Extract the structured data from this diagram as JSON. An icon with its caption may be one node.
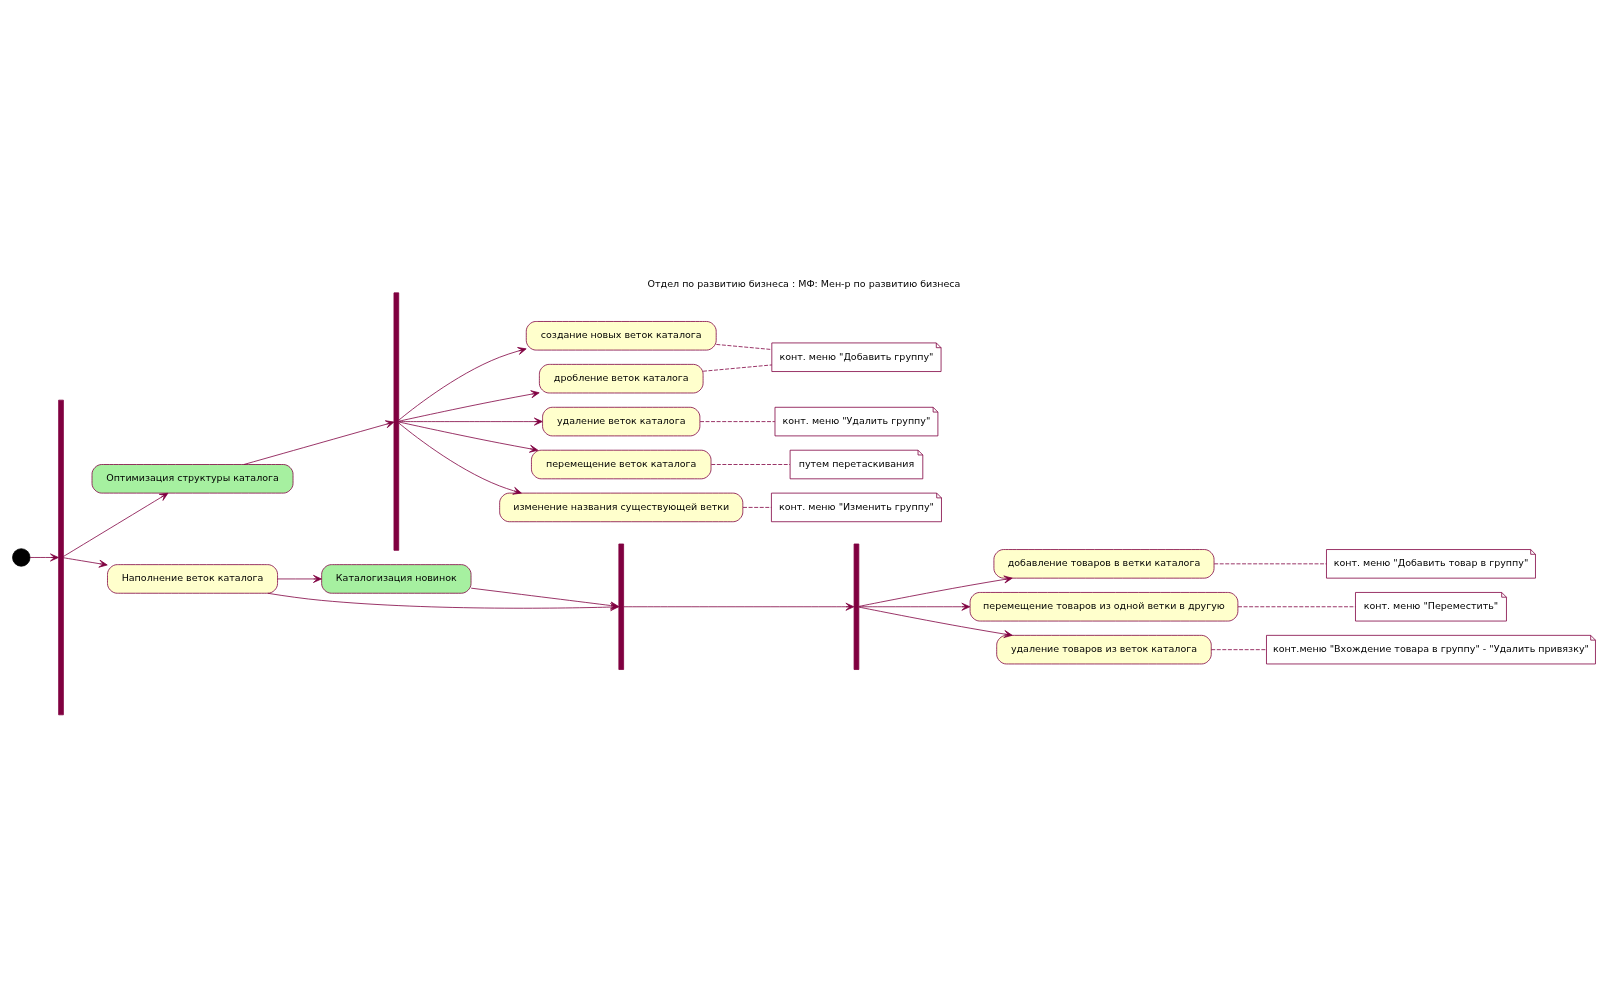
{
  "diagram": {
    "title": "Отдел по развитию бизнеса : МФ: Мен-р по развитию бизнеса",
    "nodes": [
      {
        "text": [],
        "shape": "circle"
      },
      {
        "text": [],
        "shape": "bar"
      },
      {
        "text": [
          "Оптимизация структуры каталога"
        ]
      },
      {
        "text": [
          "Наполнение веток каталога"
        ]
      },
      {
        "text": [
          "Каталогизация новинок"
        ]
      },
      {
        "text": [],
        "shape": "bar"
      },
      {
        "text": [
          "создание новых веток каталога"
        ]
      },
      {
        "text": [
          "дробление веток каталога"
        ]
      },
      {
        "text": [
          "удаление веток каталога"
        ]
      },
      {
        "text": [
          "перемещение веток каталога"
        ]
      },
      {
        "text": [
          "изменение названия существующей ветки"
        ]
      },
      {
        "text": [
          "конт. меню \"Добавить группу\""
        ]
      },
      {
        "text": [
          "конт. меню \"Удалить группу\""
        ]
      },
      {
        "text": [
          "путем перетаскивания"
        ]
      },
      {
        "text": [
          "конт. меню \"Изменить группу\""
        ]
      },
      {
        "text": [],
        "shape": "bar"
      },
      {
        "text": [],
        "shape": "bar"
      },
      {
        "text": [
          "добавление товаров в ветки каталога"
        ]
      },
      {
        "text": [
          "перемещение товаров из одной ветки в другую"
        ]
      },
      {
        "text": [
          "удаление товаров из веток каталога"
        ]
      },
      {
        "text": [
          "конт. меню \"Добавить товар в группу\""
        ]
      },
      {
        "text": [
          "конт. меню \"Переместить\""
        ]
      },
      {
        "text": [
          "конт.меню \"Вхождение товара в группу\" - \"Удалить привязку\""
        ]
      }
    ],
    "edges": [
      {
        "from": 0,
        "to": 1,
        "arrow": "to"
      },
      {
        "from": 1,
        "to": 2,
        "arrow": "to"
      },
      {
        "from": 1,
        "to": 3,
        "arrow": "to"
      },
      {
        "from": 2,
        "to": 5,
        "arrow": "to"
      },
      {
        "from": 5,
        "to": 6,
        "arrow": "to"
      },
      {
        "from": 5,
        "to": 7,
        "arrow": "to"
      },
      {
        "from": 5,
        "to": 8,
        "arrow": "to"
      },
      {
        "from": 5,
        "to": 9,
        "arrow": "to"
      },
      {
        "from": 5,
        "to": 10,
        "arrow": "to"
      },
      {
        "from": 6,
        "to": 11,
        "arrow": "none",
        "style": "dashed"
      },
      {
        "from": 7,
        "to": 11,
        "arrow": "none",
        "style": "dashed"
      },
      {
        "from": 8,
        "to": 12,
        "arrow": "none",
        "style": "dashed"
      },
      {
        "from": 9,
        "to": 13,
        "arrow": "none",
        "style": "dashed"
      },
      {
        "from": 10,
        "to": 14,
        "arrow": "none",
        "style": "dashed"
      },
      {
        "from": 3,
        "to": 4,
        "arrow": "to"
      },
      {
        "from": 3,
        "to": 15,
        "arrow": "to"
      },
      {
        "from": 4,
        "to": 15,
        "arrow": "to"
      },
      {
        "from": 15,
        "to": 16,
        "arrow": "to"
      },
      {
        "from": 16,
        "to": 17,
        "arrow": "to"
      },
      {
        "from": 16,
        "to": 18,
        "arrow": "to"
      },
      {
        "from": 16,
        "to": 19,
        "arrow": "to"
      },
      {
        "from": 17,
        "to": 20,
        "arrow": "none",
        "style": "dashed"
      },
      {
        "from": 18,
        "to": 21,
        "arrow": "none",
        "style": "dashed"
      },
      {
        "from": 19,
        "to": 22,
        "arrow": "none",
        "style": "dashed"
      }
    ]
  }
}
